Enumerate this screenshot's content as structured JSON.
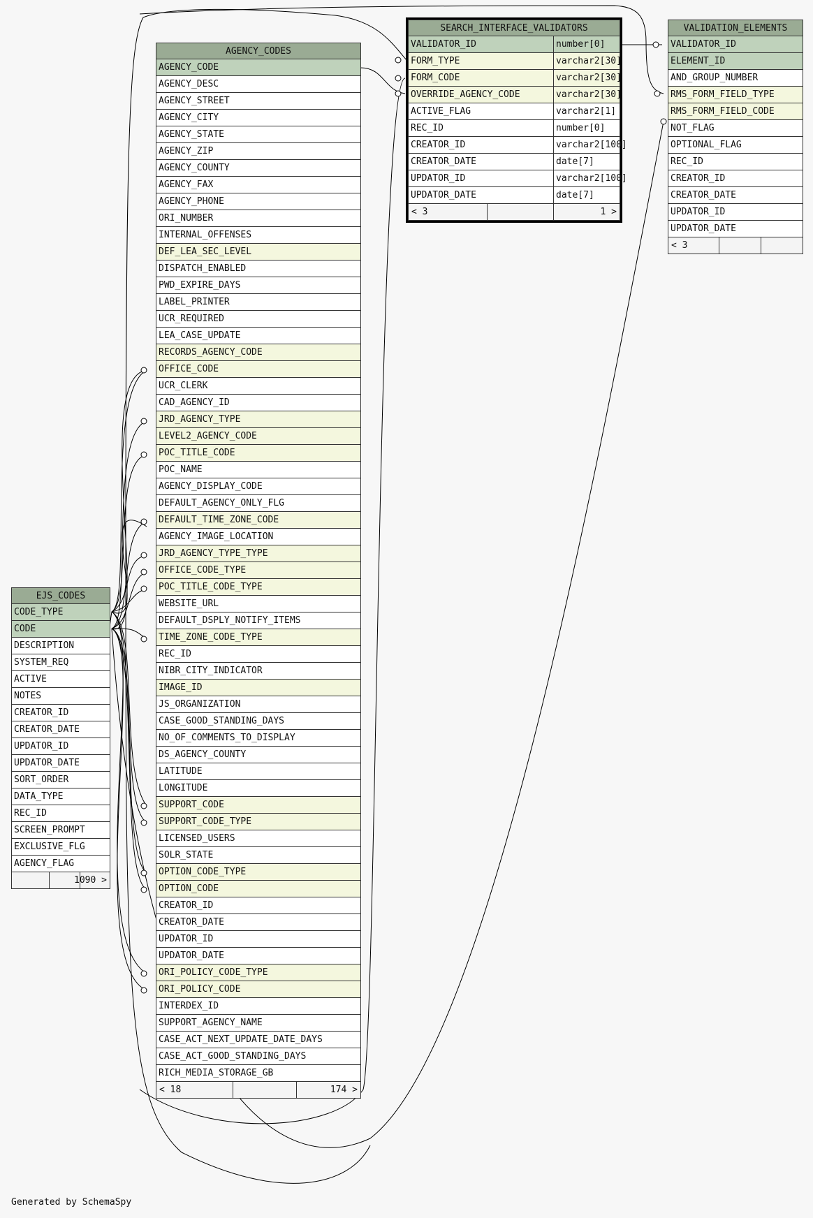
{
  "footer_text": "Generated by SchemaSpy",
  "colors": {
    "header": "#9aab94",
    "primary_key": "#bfd2bb",
    "foreign_key": "#f4f7de",
    "plain": "#ffffff"
  },
  "tables": {
    "search_interface_validators": {
      "name": "SEARCH_INTERFACE_VALIDATORS",
      "columns": [
        {
          "name": "VALIDATOR_ID",
          "type": "number[0]",
          "kind": "pk"
        },
        {
          "name": "FORM_TYPE",
          "type": "varchar2[30]",
          "kind": "fk"
        },
        {
          "name": "FORM_CODE",
          "type": "varchar2[30]",
          "kind": "fk"
        },
        {
          "name": "OVERRIDE_AGENCY_CODE",
          "type": "varchar2[30]",
          "kind": "fk"
        },
        {
          "name": "ACTIVE_FLAG",
          "type": "varchar2[1]",
          "kind": "plain"
        },
        {
          "name": "REC_ID",
          "type": "number[0]",
          "kind": "plain"
        },
        {
          "name": "CREATOR_ID",
          "type": "varchar2[100]",
          "kind": "plain"
        },
        {
          "name": "CREATOR_DATE",
          "type": "date[7]",
          "kind": "plain"
        },
        {
          "name": "UPDATOR_ID",
          "type": "varchar2[100]",
          "kind": "plain"
        },
        {
          "name": "UPDATOR_DATE",
          "type": "date[7]",
          "kind": "plain"
        }
      ],
      "footer": {
        "parents": "< 3",
        "rows": "",
        "children": "1 >"
      }
    },
    "validation_elements": {
      "name": "VALIDATION_ELEMENTS",
      "columns": [
        {
          "name": "VALIDATOR_ID",
          "kind": "pk"
        },
        {
          "name": "ELEMENT_ID",
          "kind": "pk"
        },
        {
          "name": "AND_GROUP_NUMBER",
          "kind": "plain"
        },
        {
          "name": "RMS_FORM_FIELD_TYPE",
          "kind": "fk"
        },
        {
          "name": "RMS_FORM_FIELD_CODE",
          "kind": "fk"
        },
        {
          "name": "NOT_FLAG",
          "kind": "plain"
        },
        {
          "name": "OPTIONAL_FLAG",
          "kind": "plain"
        },
        {
          "name": "REC_ID",
          "kind": "plain"
        },
        {
          "name": "CREATOR_ID",
          "kind": "plain"
        },
        {
          "name": "CREATOR_DATE",
          "kind": "plain"
        },
        {
          "name": "UPDATOR_ID",
          "kind": "plain"
        },
        {
          "name": "UPDATOR_DATE",
          "kind": "plain"
        }
      ],
      "footer": {
        "parents": "< 3",
        "rows": "",
        "children": ""
      }
    },
    "agency_codes": {
      "name": "AGENCY_CODES",
      "columns": [
        {
          "name": "AGENCY_CODE",
          "kind": "pk"
        },
        {
          "name": "AGENCY_DESC",
          "kind": "plain"
        },
        {
          "name": "AGENCY_STREET",
          "kind": "plain"
        },
        {
          "name": "AGENCY_CITY",
          "kind": "plain"
        },
        {
          "name": "AGENCY_STATE",
          "kind": "plain"
        },
        {
          "name": "AGENCY_ZIP",
          "kind": "plain"
        },
        {
          "name": "AGENCY_COUNTY",
          "kind": "plain"
        },
        {
          "name": "AGENCY_FAX",
          "kind": "plain"
        },
        {
          "name": "AGENCY_PHONE",
          "kind": "plain"
        },
        {
          "name": "ORI_NUMBER",
          "kind": "plain"
        },
        {
          "name": "INTERNAL_OFFENSES",
          "kind": "plain"
        },
        {
          "name": "DEF_LEA_SEC_LEVEL",
          "kind": "fk"
        },
        {
          "name": "DISPATCH_ENABLED",
          "kind": "plain"
        },
        {
          "name": "PWD_EXPIRE_DAYS",
          "kind": "plain"
        },
        {
          "name": "LABEL_PRINTER",
          "kind": "plain"
        },
        {
          "name": "UCR_REQUIRED",
          "kind": "plain"
        },
        {
          "name": "LEA_CASE_UPDATE",
          "kind": "plain"
        },
        {
          "name": "RECORDS_AGENCY_CODE",
          "kind": "fk"
        },
        {
          "name": "OFFICE_CODE",
          "kind": "fk"
        },
        {
          "name": "UCR_CLERK",
          "kind": "plain"
        },
        {
          "name": "CAD_AGENCY_ID",
          "kind": "plain"
        },
        {
          "name": "JRD_AGENCY_TYPE",
          "kind": "fk"
        },
        {
          "name": "LEVEL2_AGENCY_CODE",
          "kind": "fk"
        },
        {
          "name": "POC_TITLE_CODE",
          "kind": "fk"
        },
        {
          "name": "POC_NAME",
          "kind": "plain"
        },
        {
          "name": "AGENCY_DISPLAY_CODE",
          "kind": "plain"
        },
        {
          "name": "DEFAULT_AGENCY_ONLY_FLG",
          "kind": "plain"
        },
        {
          "name": "DEFAULT_TIME_ZONE_CODE",
          "kind": "fk"
        },
        {
          "name": "AGENCY_IMAGE_LOCATION",
          "kind": "plain"
        },
        {
          "name": "JRD_AGENCY_TYPE_TYPE",
          "kind": "fk"
        },
        {
          "name": "OFFICE_CODE_TYPE",
          "kind": "fk"
        },
        {
          "name": "POC_TITLE_CODE_TYPE",
          "kind": "fk"
        },
        {
          "name": "WEBSITE_URL",
          "kind": "plain"
        },
        {
          "name": "DEFAULT_DSPLY_NOTIFY_ITEMS",
          "kind": "plain"
        },
        {
          "name": "TIME_ZONE_CODE_TYPE",
          "kind": "fk"
        },
        {
          "name": "REC_ID",
          "kind": "plain"
        },
        {
          "name": "NIBR_CITY_INDICATOR",
          "kind": "plain"
        },
        {
          "name": "IMAGE_ID",
          "kind": "fk"
        },
        {
          "name": "JS_ORGANIZATION",
          "kind": "plain"
        },
        {
          "name": "CASE_GOOD_STANDING_DAYS",
          "kind": "plain"
        },
        {
          "name": "NO_OF_COMMENTS_TO_DISPLAY",
          "kind": "plain"
        },
        {
          "name": "DS_AGENCY_COUNTY",
          "kind": "plain"
        },
        {
          "name": "LATITUDE",
          "kind": "plain"
        },
        {
          "name": "LONGITUDE",
          "kind": "plain"
        },
        {
          "name": "SUPPORT_CODE",
          "kind": "fk"
        },
        {
          "name": "SUPPORT_CODE_TYPE",
          "kind": "fk"
        },
        {
          "name": "LICENSED_USERS",
          "kind": "plain"
        },
        {
          "name": "SOLR_STATE",
          "kind": "plain"
        },
        {
          "name": "OPTION_CODE_TYPE",
          "kind": "fk"
        },
        {
          "name": "OPTION_CODE",
          "kind": "fk"
        },
        {
          "name": "CREATOR_ID",
          "kind": "plain"
        },
        {
          "name": "CREATOR_DATE",
          "kind": "plain"
        },
        {
          "name": "UPDATOR_ID",
          "kind": "plain"
        },
        {
          "name": "UPDATOR_DATE",
          "kind": "plain"
        },
        {
          "name": "ORI_POLICY_CODE_TYPE",
          "kind": "fk"
        },
        {
          "name": "ORI_POLICY_CODE",
          "kind": "fk"
        },
        {
          "name": "INTERDEX_ID",
          "kind": "plain"
        },
        {
          "name": "SUPPORT_AGENCY_NAME",
          "kind": "plain"
        },
        {
          "name": "CASE_ACT_NEXT_UPDATE_DATE_DAYS",
          "kind": "plain"
        },
        {
          "name": "CASE_ACT_GOOD_STANDING_DAYS",
          "kind": "plain"
        },
        {
          "name": "RICH_MEDIA_STORAGE_GB",
          "kind": "plain"
        }
      ],
      "footer": {
        "parents": "< 18",
        "rows": "",
        "children": "174 >"
      }
    },
    "ejs_codes": {
      "name": "EJS_CODES",
      "columns": [
        {
          "name": "CODE_TYPE",
          "kind": "pk"
        },
        {
          "name": "CODE",
          "kind": "pk"
        },
        {
          "name": "DESCRIPTION",
          "kind": "plain"
        },
        {
          "name": "SYSTEM_REQ",
          "kind": "plain"
        },
        {
          "name": "ACTIVE",
          "kind": "plain"
        },
        {
          "name": "NOTES",
          "kind": "plain"
        },
        {
          "name": "CREATOR_ID",
          "kind": "plain"
        },
        {
          "name": "CREATOR_DATE",
          "kind": "plain"
        },
        {
          "name": "UPDATOR_ID",
          "kind": "plain"
        },
        {
          "name": "UPDATOR_DATE",
          "kind": "plain"
        },
        {
          "name": "SORT_ORDER",
          "kind": "plain"
        },
        {
          "name": "DATA_TYPE",
          "kind": "plain"
        },
        {
          "name": "REC_ID",
          "kind": "plain"
        },
        {
          "name": "SCREEN_PROMPT",
          "kind": "plain"
        },
        {
          "name": "EXCLUSIVE_FLG",
          "kind": "plain"
        },
        {
          "name": "AGENCY_FLAG",
          "kind": "plain"
        }
      ],
      "footer": {
        "parents": "",
        "rows": "",
        "children": "1090 >"
      }
    }
  }
}
